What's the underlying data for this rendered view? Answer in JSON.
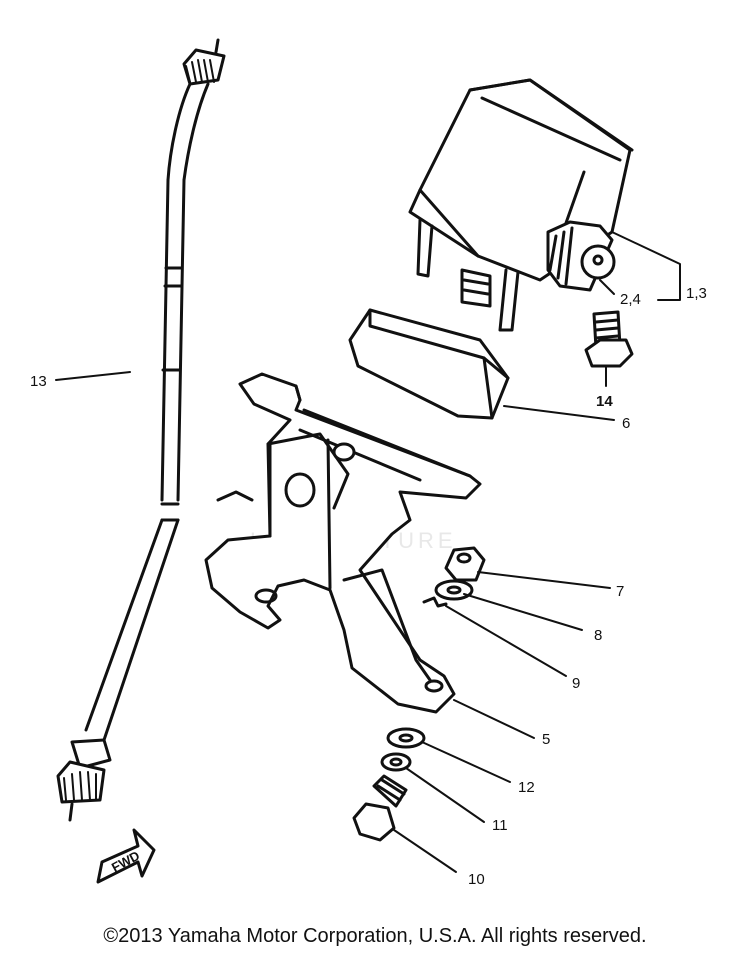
{
  "diagram": {
    "callouts": {
      "c1": "13",
      "c2": "2,4",
      "c3": "1,3",
      "c4": "14",
      "c5": "6",
      "c6": "7",
      "c7": "8",
      "c8": "9",
      "c9": "5",
      "c10": "12",
      "c11": "11",
      "c12": "10"
    },
    "fwd_label": "FWD",
    "watermark": "LEADVENTURE"
  },
  "footer": {
    "copyright": "©2013 Yamaha Motor Corporation, U.S.A. All rights reserved."
  }
}
